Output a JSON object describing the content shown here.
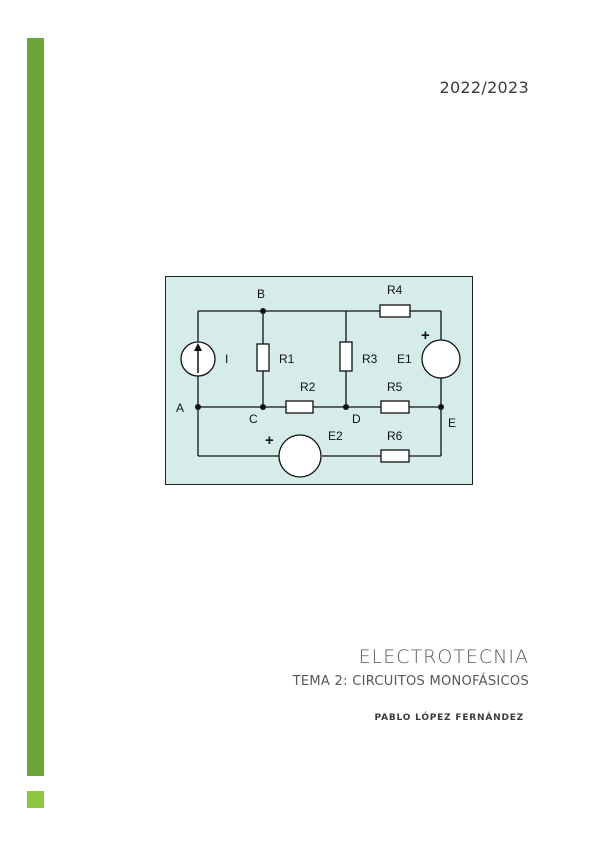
{
  "page": {
    "year": "2022/2023",
    "title": "ELECTROTECNIA",
    "subtitle": "TEMA 2: CIRCUITOS MONOFÁSICOS",
    "author": "PABLO LÓPEZ FERNÁNDEZ"
  },
  "colors": {
    "accent_bar": "#6aa735",
    "accent_square": "#8dc540",
    "circuit_background": "#d5ecea"
  },
  "circuit": {
    "nodes": {
      "a": "A",
      "b": "B",
      "c": "C",
      "d": "D",
      "e": "E"
    },
    "components": {
      "current_source": "I",
      "r1": "R1",
      "r2": "R2",
      "r3": "R3",
      "r4": "R4",
      "r5": "R5",
      "r6": "R6",
      "e1": "E1",
      "e2": "E2",
      "plus": "+"
    }
  }
}
